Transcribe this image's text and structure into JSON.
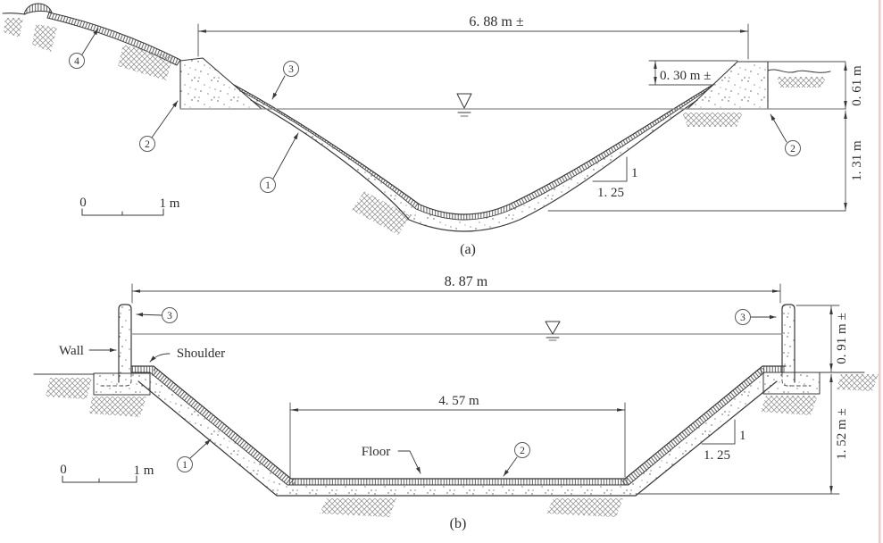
{
  "colors": {
    "background": "#ffffff",
    "ink": "#383838",
    "dimension_lines": "#4c4c4c",
    "water_line": "#8a8a8a",
    "lining_hatch": "#4a4a4a",
    "earth_hatch": "#909090",
    "concrete_stipple": "#4f4f4f",
    "page_edge_artifact": "#eac2c2"
  },
  "panel_a": {
    "label": "(a)",
    "dim_top_width": "6. 88 m ±",
    "dim_lining_freeboard": "0. 30 m ±",
    "dim_freeboard": "0. 61 m",
    "dim_water_depth": "1. 31 m",
    "slope_rise": "1",
    "slope_run": "1. 25",
    "scale_zero": "0",
    "scale_one": "1 m",
    "callout_1": "1",
    "callout_2": "2",
    "callout_3": "3",
    "callout_4": "4"
  },
  "panel_b": {
    "label": "(b)",
    "dim_top_width": "8. 87 m",
    "dim_floor_width": "4. 57 m",
    "dim_freeboard": "0. 91 m ±",
    "dim_depth": "1. 52 m ±",
    "slope_rise": "1",
    "slope_run": "1. 25",
    "scale_zero": "0",
    "scale_one": "1 m",
    "label_wall": "Wall",
    "label_shoulder": "Shoulder",
    "label_floor": "Floor",
    "callout_1": "1",
    "callout_2": "2",
    "callout_3": "3"
  }
}
